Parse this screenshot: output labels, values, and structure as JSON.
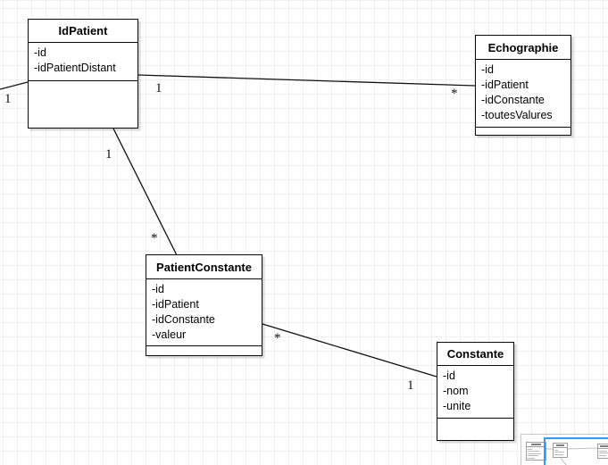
{
  "colors": {
    "viewport_blue": "#3399ff",
    "class_border": "#0a0a0a",
    "grid_line": "#efeff3",
    "shadow": "#d8d8d8"
  },
  "diagram": {
    "classes": [
      {
        "title": "IdPatient",
        "attributes": [
          "-id",
          "-idPatientDistant"
        ]
      },
      {
        "title": "Echographie",
        "attributes": [
          "-id",
          "-idPatient",
          "-idConstante",
          "-toutesValures"
        ]
      },
      {
        "title": "PatientConstante",
        "attributes": [
          "-id",
          "-idPatient",
          "-idConstante",
          "-valeur"
        ]
      },
      {
        "title": "Constante",
        "attributes": [
          "-id",
          "-nom",
          "-unite"
        ]
      }
    ],
    "edges": [
      {
        "to": "IdPatient",
        "labels": [
          {
            "text": "1"
          }
        ]
      },
      {
        "from": "IdPatient",
        "to": "Echographie",
        "labels": [
          {
            "text": "1"
          },
          {
            "text": "*"
          }
        ]
      },
      {
        "from": "IdPatient",
        "to": "PatientConstante",
        "labels": [
          {
            "text": "1"
          },
          {
            "text": "*"
          }
        ]
      },
      {
        "from": "PatientConstante",
        "to": "Constante",
        "labels": [
          {
            "text": "*"
          },
          {
            "text": "1"
          }
        ]
      }
    ]
  },
  "minimap": {
    "visible_mini_classes": 3,
    "viewport_color": "#3399ff"
  }
}
